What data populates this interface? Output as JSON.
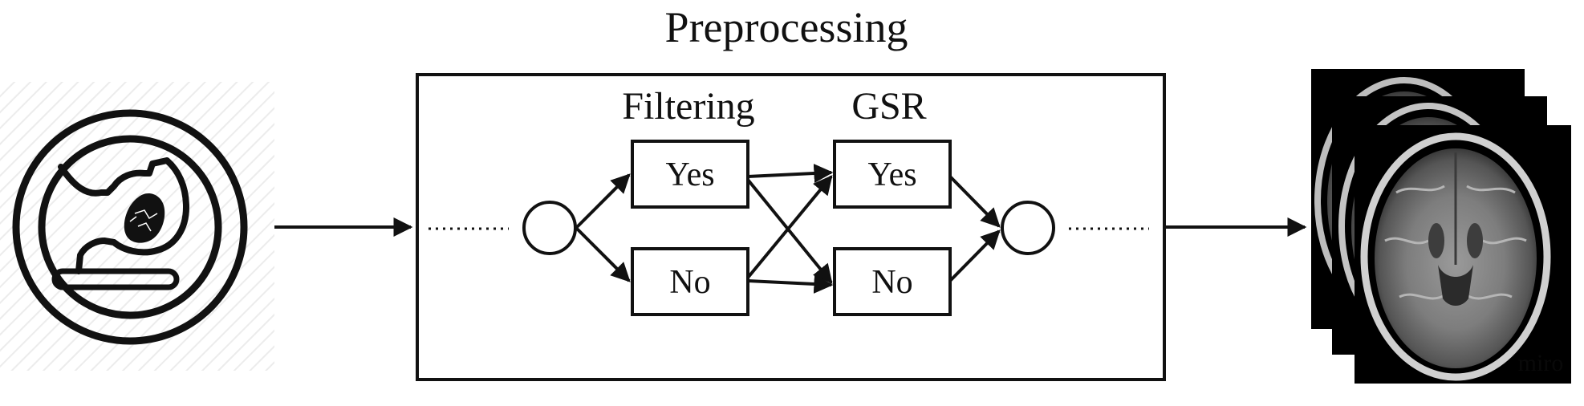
{
  "diagram": {
    "title": "Preprocessing",
    "stages": [
      {
        "key": "filtering",
        "label": "Filtering",
        "options": [
          "Yes",
          "No"
        ]
      },
      {
        "key": "gsr",
        "label": "GSR",
        "options": [
          "Yes",
          "No"
        ]
      }
    ],
    "input_icon": "mri-scanner-icon",
    "output_image": "brain-mri-slices",
    "watermark": "miro",
    "colors": {
      "ink": "#111111",
      "scan_bg": "#000000"
    }
  }
}
